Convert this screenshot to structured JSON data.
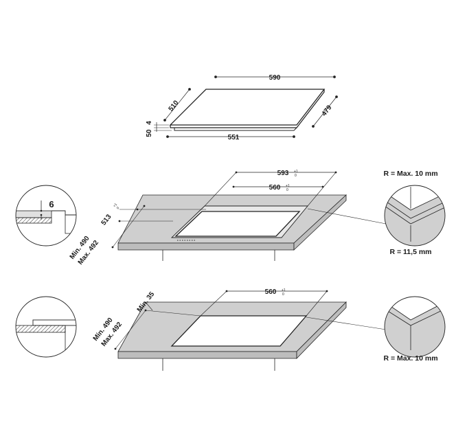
{
  "top_view": {
    "width": "590",
    "depth": "510",
    "thickness": "4",
    "total_height": "50",
    "inner_width": "551",
    "inner_depth": "479"
  },
  "flush_mount": {
    "cutout_width": "593",
    "cutout_width_tol_upper": "+1",
    "cutout_width_tol_lower": "0",
    "cutout_inner_width": "560",
    "cutout_inner_width_tol_upper": "+1",
    "cutout_inner_width_tol_lower": "0",
    "cutout_depth": "513",
    "cutout_depth_tol_upper": "+1",
    "cutout_depth_tol_lower": "0",
    "min_depth": "Min. 490",
    "max_depth": "Max. 492",
    "recess_depth": "6",
    "radius_outer": "R = Max. 10 mm",
    "radius_inner": "R = 11,5 mm"
  },
  "standard_mount": {
    "cutout_width": "560",
    "cutout_width_tol_upper": "+1",
    "cutout_width_tol_lower": "0",
    "min_depth": "Min. 490",
    "max_depth": "Max. 492",
    "min_edge": "Min. 35",
    "radius": "R = Max. 10 mm"
  }
}
